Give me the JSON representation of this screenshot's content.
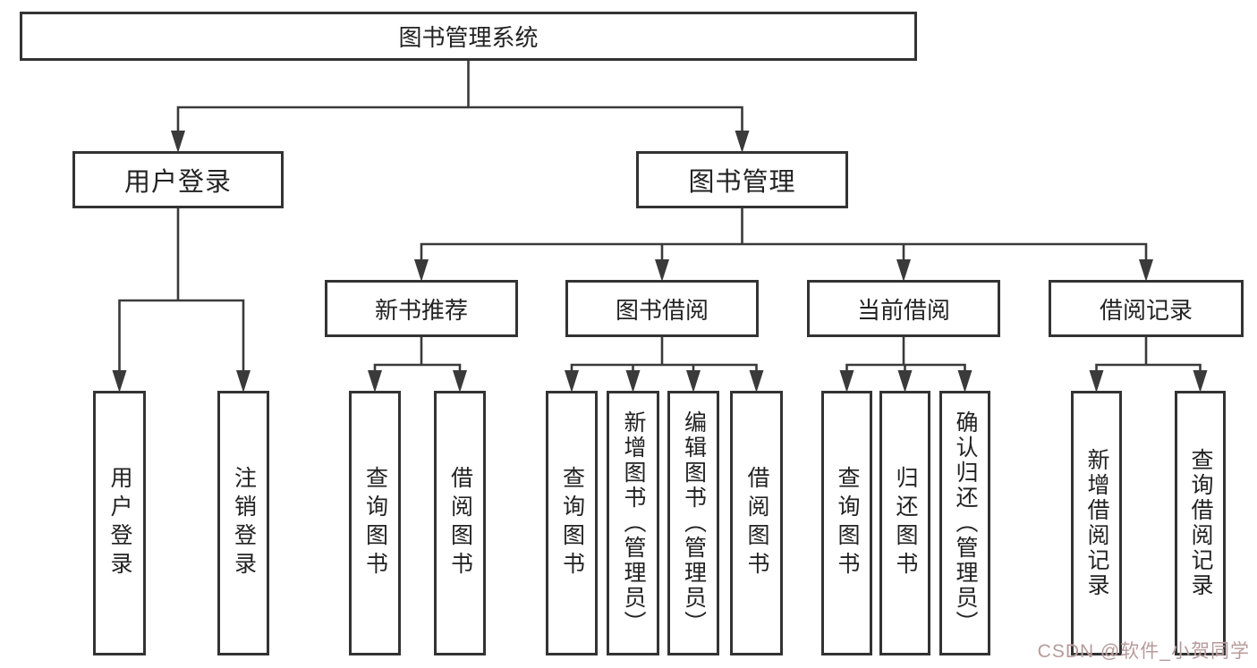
{
  "page": {
    "background": "#ffffff"
  },
  "diagram": {
    "type": "tree",
    "title": "图书管理系统",
    "line_color": "#3a3a3a",
    "box_border_color": "#333333",
    "text_color": "#222222",
    "nodes": [
      {
        "id": "root",
        "label": "图书管理系统",
        "orientation": "horizontal",
        "parent": null
      },
      {
        "id": "user-login",
        "label": "用户登录",
        "orientation": "horizontal",
        "parent": "root"
      },
      {
        "id": "book-mgmt",
        "label": "图书管理",
        "orientation": "horizontal",
        "parent": "root"
      },
      {
        "id": "new-book-rec",
        "label": "新书推荐",
        "orientation": "horizontal",
        "parent": "book-mgmt"
      },
      {
        "id": "book-borrow",
        "label": "图书借阅",
        "orientation": "horizontal",
        "parent": "book-mgmt"
      },
      {
        "id": "current-borrow",
        "label": "当前借阅",
        "orientation": "horizontal",
        "parent": "book-mgmt"
      },
      {
        "id": "borrow-records",
        "label": "借阅记录",
        "orientation": "horizontal",
        "parent": "book-mgmt"
      },
      {
        "id": "login",
        "label": "用户登录",
        "orientation": "vertical",
        "parent": "user-login"
      },
      {
        "id": "logout",
        "label": "注销登录",
        "orientation": "vertical",
        "parent": "user-login"
      },
      {
        "id": "nb-query",
        "label": "查询图书",
        "orientation": "vertical",
        "parent": "new-book-rec"
      },
      {
        "id": "nb-borrow",
        "label": "借阅图书",
        "orientation": "vertical",
        "parent": "new-book-rec"
      },
      {
        "id": "bb-query",
        "label": "查询图书",
        "orientation": "vertical",
        "parent": "book-borrow"
      },
      {
        "id": "bb-add",
        "label": "新增图书（管理员）",
        "orientation": "vertical",
        "parent": "book-borrow"
      },
      {
        "id": "bb-edit",
        "label": "编辑图书（管理员）",
        "orientation": "vertical",
        "parent": "book-borrow"
      },
      {
        "id": "bb-borrow",
        "label": "借阅图书",
        "orientation": "vertical",
        "parent": "book-borrow"
      },
      {
        "id": "cb-query",
        "label": "查询图书",
        "orientation": "vertical",
        "parent": "current-borrow"
      },
      {
        "id": "cb-return",
        "label": "归还图书",
        "orientation": "vertical",
        "parent": "current-borrow"
      },
      {
        "id": "cb-confirm",
        "label": "确认归还（管理员）",
        "orientation": "vertical",
        "parent": "current-borrow"
      },
      {
        "id": "br-add",
        "label": "新增借阅记录",
        "orientation": "vertical",
        "parent": "borrow-records"
      },
      {
        "id": "br-query",
        "label": "查询借阅记录",
        "orientation": "vertical",
        "parent": "borrow-records"
      }
    ]
  },
  "watermark": {
    "text": "CSDN @软件_小贺同学",
    "color": "#b89a9a"
  }
}
